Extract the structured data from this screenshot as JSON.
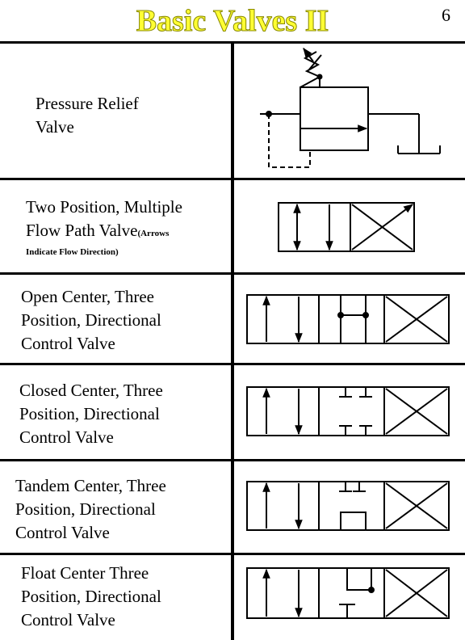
{
  "title": "Basic Valves II",
  "page_number": "6",
  "rows": [
    {
      "label_lines": [
        "Pressure Relief",
        "Valve"
      ],
      "note": "",
      "symbol": "pressure-relief-valve-symbol"
    },
    {
      "label_lines": [
        "Two Position, Multiple",
        "Flow Path Valve"
      ],
      "inline_note": "(Arrows",
      "note": "Indicate Flow Direction)",
      "symbol": "two-position-valve-symbol"
    },
    {
      "label_lines": [
        "Open Center, Three",
        "Position, Directional",
        "Control Valve"
      ],
      "symbol": "open-center-valve-symbol"
    },
    {
      "label_lines": [
        "Closed Center, Three",
        "Position, Directional",
        "Control Valve"
      ],
      "symbol": "closed-center-valve-symbol"
    },
    {
      "label_lines": [
        "Tandem Center, Three",
        "Position, Directional",
        "Control Valve"
      ],
      "symbol": "tandem-center-valve-symbol"
    },
    {
      "label_lines": [
        "Float Center Three",
        "Position, Directional",
        "Control Valve"
      ],
      "symbol": "float-center-valve-symbol"
    }
  ],
  "colors": {
    "title_fill": "#ffff33",
    "line": "#000000"
  }
}
